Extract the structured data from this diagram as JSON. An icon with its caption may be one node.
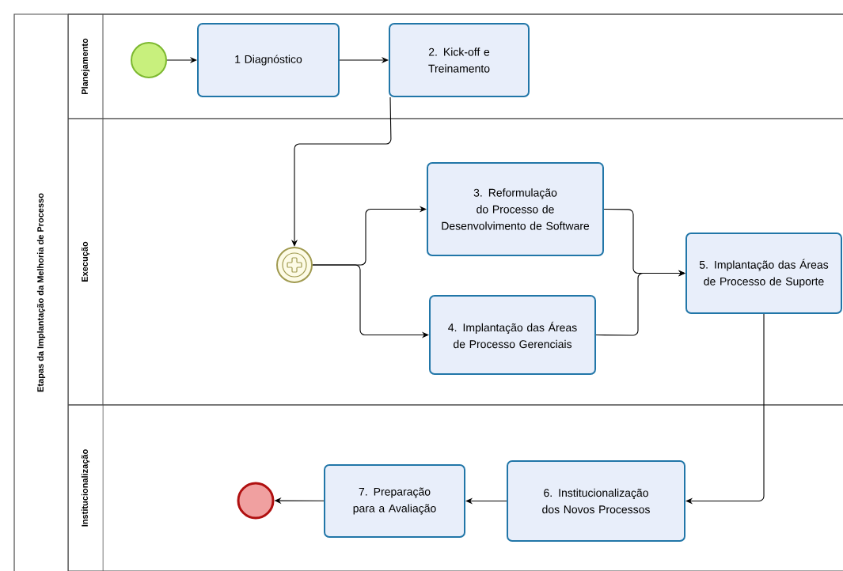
{
  "diagram": {
    "nodes": [
      {
        "text": [
          "Etapas da Implantação da Melhoria de Processo"
        ]
      },
      {
        "text": [
          "Planejamento"
        ],
        "in": 0
      },
      {
        "text": [
          "Execução"
        ],
        "in": 0
      },
      {
        "text": [
          "Institucionalização"
        ],
        "in": 0
      },
      {
        "text": [],
        "shape": "circle",
        "in": 1
      },
      {
        "text": [
          "1 Diagnóstico"
        ],
        "in": 1
      },
      {
        "text": [
          "2. Kick-off e Treinamento"
        ],
        "in": 1
      },
      {
        "text": [],
        "shape": "circle",
        "in": 2
      },
      {
        "text": [
          "3. Reformulação do Processo de Desenvolvimento de Software"
        ],
        "in": 2
      },
      {
        "text": [
          "4. Implantação das Áreas de Processo Gerenciais"
        ],
        "in": 2
      },
      {
        "text": [
          "5. Implantação das Áreas de Processo de Suporte"
        ],
        "in": 2
      },
      {
        "text": [
          "6. Institucionalização dos Novos Processos"
        ],
        "in": 3
      },
      {
        "text": [
          "7. Preparação para a Avaliação"
        ],
        "in": 3
      },
      {
        "text": [],
        "shape": "circle",
        "in": 3
      }
    ],
    "edges": [
      {
        "from": 4,
        "to": 5,
        "arrow": "to"
      },
      {
        "from": 5,
        "to": 6,
        "arrow": "to"
      },
      {
        "from": 6,
        "to": 7,
        "arrow": "to"
      },
      {
        "from": 7,
        "to": 8,
        "arrow": "to"
      },
      {
        "from": 7,
        "to": 9,
        "arrow": "to"
      },
      {
        "from": 8,
        "to": 10,
        "arrow": "to"
      },
      {
        "from": 9,
        "to": 10,
        "arrow": "to"
      },
      {
        "from": 10,
        "to": 11,
        "arrow": "to"
      },
      {
        "from": 11,
        "to": 12,
        "arrow": "to"
      },
      {
        "from": 12,
        "to": 13,
        "arrow": "to"
      }
    ]
  }
}
